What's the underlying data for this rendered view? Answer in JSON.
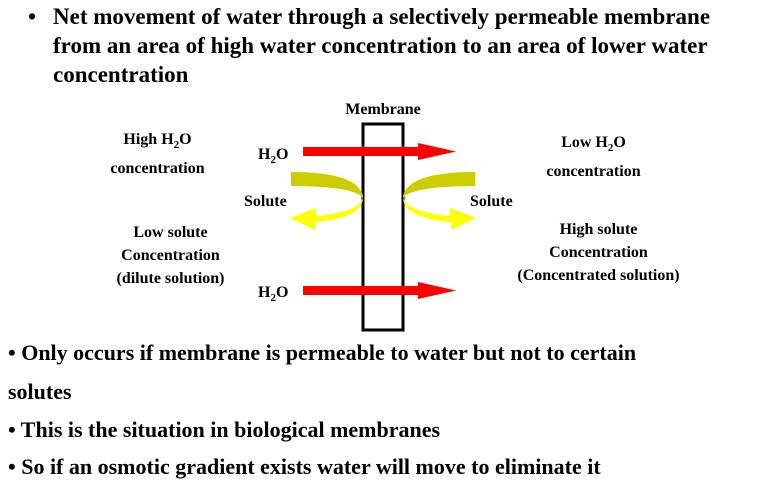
{
  "title_bullet": "•",
  "title": "Net movement of water through a selectively permeable membrane from an area of high water concentration to an area of lower water concentration",
  "diagram": {
    "membrane_label": "Membrane",
    "left_top": {
      "line1_pre": "High H",
      "sub": "2",
      "line1_post": "O",
      "line2": "concentration"
    },
    "right_top": {
      "line1_pre": "Low H",
      "sub": "2",
      "line1_post": "O",
      "line2": "concentration"
    },
    "water": {
      "pre": "H",
      "sub": "2",
      "post": "O"
    },
    "solute_left": "Solute",
    "solute_right": "Solute",
    "left_bottom": [
      "Low solute",
      "Concentration",
      "(dilute solution)"
    ],
    "right_bottom": [
      "High solute",
      "Concentration",
      "(Concentrated solution)"
    ],
    "colors": {
      "water_arrow": "#ff0000",
      "solute_arrow": "#ffff00",
      "solute_arrow_dark": "#cccc00"
    }
  },
  "bullets": [
    "• Only occurs if membrane is permeable to water but not to certain",
    "solutes",
    "• This is the situation in biological membranes",
    "• So if an osmotic gradient exists water will move to eliminate it"
  ]
}
